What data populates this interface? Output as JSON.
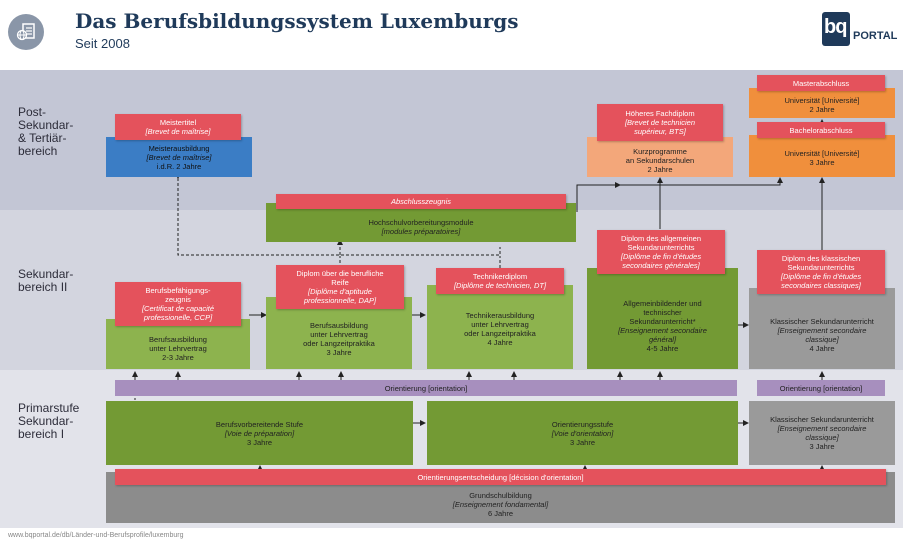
{
  "header": {
    "title": "Das Berufsbildungssystem Luxemburgs",
    "subtitle": "Seit 2008",
    "logo_text": "PORTAL",
    "logo_letters": "bq"
  },
  "levels": {
    "post_secondary": [
      "Post-",
      "Sekundar-",
      "& Tertiär-",
      "bereich"
    ],
    "secondary_2": [
      "Sekundar-",
      "bereich II"
    ],
    "primary_1": [
      "Primarstufe",
      "Sekundar-",
      "bereich I"
    ]
  },
  "boxes": {
    "meistertitel": [
      "Meistertitel",
      "[Brevet de maîtrise]"
    ],
    "meisterausbildung": [
      "Meisterausbildung",
      "[Brevet de maîtrise]",
      "i.d.R. 2 Jahre"
    ],
    "hoeheres_fachdiplom": [
      "Höheres Fachdiplom",
      "[Brevet de technicien",
      "supérieur, BTS]"
    ],
    "kurzprogramme": [
      "Kurzprogramme",
      "an Sekundarschulen",
      "2 Jahre"
    ],
    "masterabschluss": [
      "Masterabschluss"
    ],
    "universitaet_master": [
      "Universität [Université]",
      "2 Jahre"
    ],
    "bachelorabschluss": [
      "Bachelorabschluss"
    ],
    "universitaet_bachelor": [
      "Universität [Université]",
      "3 Jahre"
    ],
    "abschlusszeugnis": [
      "Abschlusszeugnis"
    ],
    "hochschulvorbereitung": [
      "Hochschulvorbereitungsmodule",
      "[modules préparatoires]"
    ],
    "berufsbefaehigungszeugnis": [
      "Berufsbefähigungs-",
      "zeugnis",
      "[Certificat de capacité",
      "professionelle, CCP]"
    ],
    "berufsausbildung_ccp": [
      "Berufsausbildung",
      "unter Lehrvertrag",
      "2-3 Jahre"
    ],
    "dap_diplom": [
      "Diplom über die berufliche",
      "Reife",
      "[Diplôme d'aptitude",
      "professionnelle, DAP]"
    ],
    "berufsausbildung_dap": [
      "Berufsausbildung",
      "unter Lehrvertrag",
      "oder Langzeitpraktika",
      "3 Jahre"
    ],
    "technikerdiplom": [
      "Technikerdiplom",
      "[Diplôme de technicien, DT]"
    ],
    "technikerausbildung": [
      "Technikerausbildung",
      "unter Lehrvertrag",
      "oder Langzeitpraktika",
      "4 Jahre"
    ],
    "diplom_allgemein": [
      "Diplom des allgemeinen",
      "Sekundarunterrichts",
      "[Diplôme de fin d'études",
      "secondaires générales]"
    ],
    "allgemeinbildender": [
      "Allgemeinbildender und",
      "technischer",
      "Sekundarunterricht*",
      "[Enseignement secondaire",
      "général]",
      "4-5 Jahre"
    ],
    "diplom_klassisch": [
      "Diplom des klassischen",
      "Sekundarunterrichts",
      "[Diplôme de fin d'études",
      "secondaires classiques]"
    ],
    "klassischer_sek2": [
      "Klassischer Sekundarunterricht",
      "[Enseignement secondaire",
      "classique]",
      "4 Jahre"
    ],
    "orientierung_left": [
      "Orientierung [orientation]"
    ],
    "orientierung_right": [
      "Orientierung [orientation]"
    ],
    "berufsvorbereitende": [
      "Berufsvorbereitende Stufe",
      "[Voie de préparation]",
      "3 Jahre"
    ],
    "orientierungsstufe": [
      "Orientierungsstufe",
      "[Voie d'orientation]",
      "3 Jahre"
    ],
    "klassischer_sek1": [
      "Klassischer Sekundarunterricht",
      "[Enseignement secondaire",
      "classique]",
      "3 Jahre"
    ],
    "orientierungsentscheidung": [
      "Orientierungsentscheidung [décision d'orientation]"
    ],
    "grundschulbildung": [
      "Grundschulbildung",
      "[Enseignement fondamental]",
      "6 Jahre"
    ]
  },
  "footer": {
    "source": "www.bqportal.de/db/Länder-und-Berufsprofile/luxemburg"
  },
  "colors": {
    "red": "#e4525c",
    "green": "#8db34e",
    "dark_green": "#739a34",
    "blue": "#3b7dc5",
    "orange": "#f08f3c",
    "peach": "#f3a77a",
    "gray": "#9a9a9a",
    "purple": "#a78fbe",
    "title": "#1f3a5a"
  }
}
